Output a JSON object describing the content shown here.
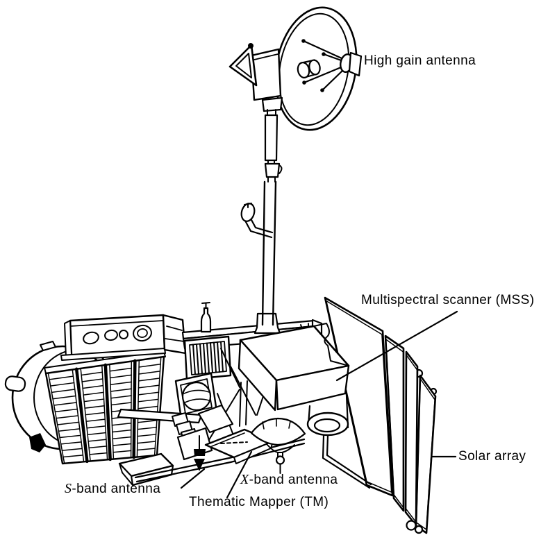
{
  "labels": {
    "high_gain_antenna": "High gain antenna",
    "multispectral_scanner": "Multispectral scanner (MSS)",
    "solar_array": "Solar array",
    "s_band": {
      "symbol": "S",
      "text": "-band antenna"
    },
    "x_band": {
      "symbol": "X",
      "text": "-band antenna"
    },
    "thematic_mapper": "Thematic Mapper (TM)"
  },
  "colors": {
    "ink": "#000000",
    "paper": "#ffffff"
  }
}
